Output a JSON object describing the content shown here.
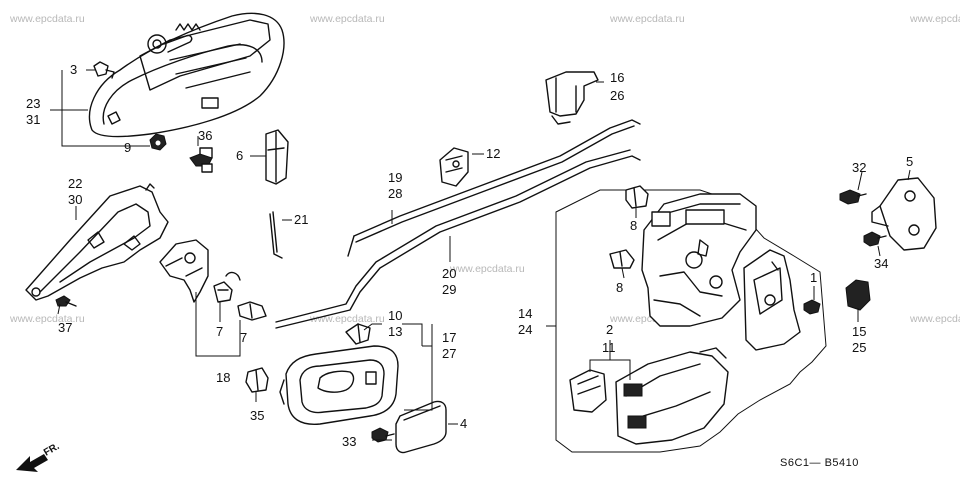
{
  "watermark": "www.epcdata.ru",
  "diagram_code": "S6C1— B5410",
  "front_marker": "FR.",
  "callouts": {
    "n1": "1",
    "n2": "2",
    "n3": "3",
    "n4": "4",
    "n5": "5",
    "n6": "6",
    "n7a": "7",
    "n7b": "7",
    "n8a": "8",
    "n8b": "8",
    "n9": "9",
    "n10": "10",
    "n11": "11",
    "n12": "12",
    "n13": "13",
    "n14": "14",
    "n15": "15",
    "n16": "16",
    "n17": "17",
    "n18": "18",
    "n19": "19",
    "n20": "20",
    "n21": "21",
    "n22": "22",
    "n23": "23",
    "n24": "24",
    "n25": "25",
    "n26": "26",
    "n27": "27",
    "n28": "28",
    "n29": "29",
    "n30": "30",
    "n31": "31",
    "n32": "32",
    "n33": "33",
    "n34": "34",
    "n35": "35",
    "n36": "36",
    "n37": "37"
  }
}
